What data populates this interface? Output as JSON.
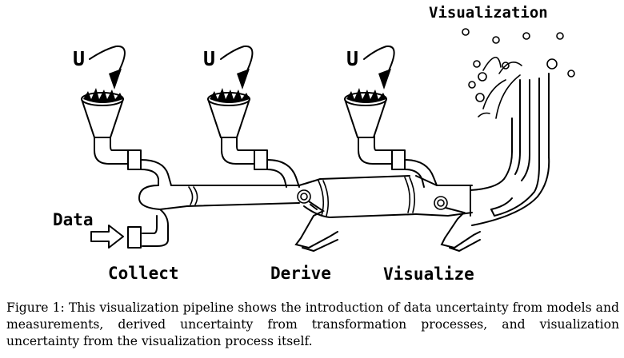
{
  "labels": {
    "title": "Visualization",
    "data": "Data",
    "collect": "Collect",
    "derive": "Derive",
    "visualize": "Visualize",
    "uncertainty_1": "U",
    "uncertainty_2": "U",
    "uncertainty_3": "U"
  },
  "caption": "Figure 1: This visualization pipeline shows the introduction of data uncertainty from models and measurements, derived uncertainty from transformation processes, and visualization uncertainty from the visualization process itself.",
  "colors": {
    "ink": "#000000",
    "background": "#ffffff"
  }
}
